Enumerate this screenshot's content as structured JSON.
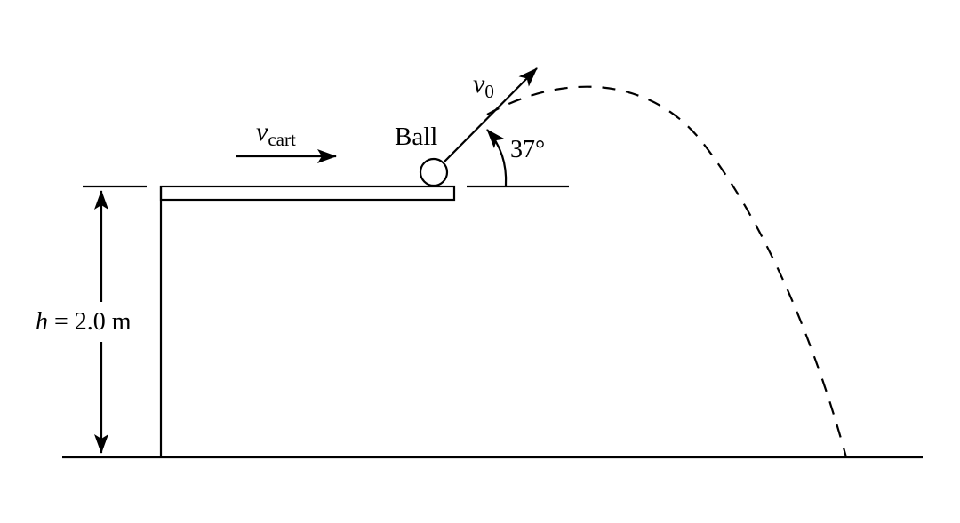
{
  "labels": {
    "height_var": "h",
    "height_value": " = 2.0 m",
    "cart_velocity_symbol": "v",
    "cart_velocity_subscript": "cart",
    "ball": "Ball",
    "initial_velocity_symbol": "v",
    "initial_velocity_subscript": "0",
    "launch_angle": "37°"
  }
}
